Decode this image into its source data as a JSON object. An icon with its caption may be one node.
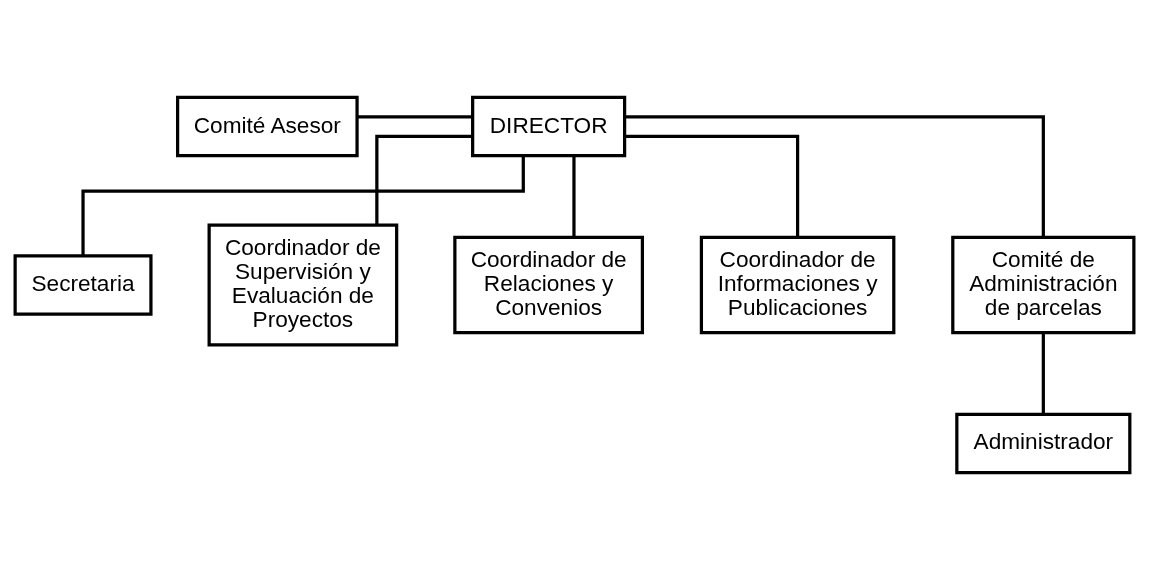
{
  "diagram": {
    "nodes": [
      {
        "text": [
          "Comité Asesor"
        ]
      },
      {
        "text": [
          "DIRECTOR"
        ]
      },
      {
        "text": [
          "Secretaria"
        ]
      },
      {
        "text": [
          "Coordinador de Supervisión y Evaluación de Proyectos"
        ]
      },
      {
        "text": [
          "Coordinador de Relaciones y Convenios"
        ]
      },
      {
        "text": [
          "Coordinador de Informaciones y Publicaciones"
        ]
      },
      {
        "text": [
          "Comité de Administración de parcelas"
        ]
      },
      {
        "text": [
          "Administrador"
        ]
      }
    ],
    "edges": [
      {
        "from": 0,
        "to": 1,
        "arrow": "none"
      },
      {
        "from": 1,
        "to": 2,
        "arrow": "none"
      },
      {
        "from": 1,
        "to": 3,
        "arrow": "none"
      },
      {
        "from": 1,
        "to": 4,
        "arrow": "none"
      },
      {
        "from": 1,
        "to": 5,
        "arrow": "none"
      },
      {
        "from": 1,
        "to": 6,
        "arrow": "none"
      },
      {
        "from": 6,
        "to": 7,
        "arrow": "none"
      }
    ]
  }
}
